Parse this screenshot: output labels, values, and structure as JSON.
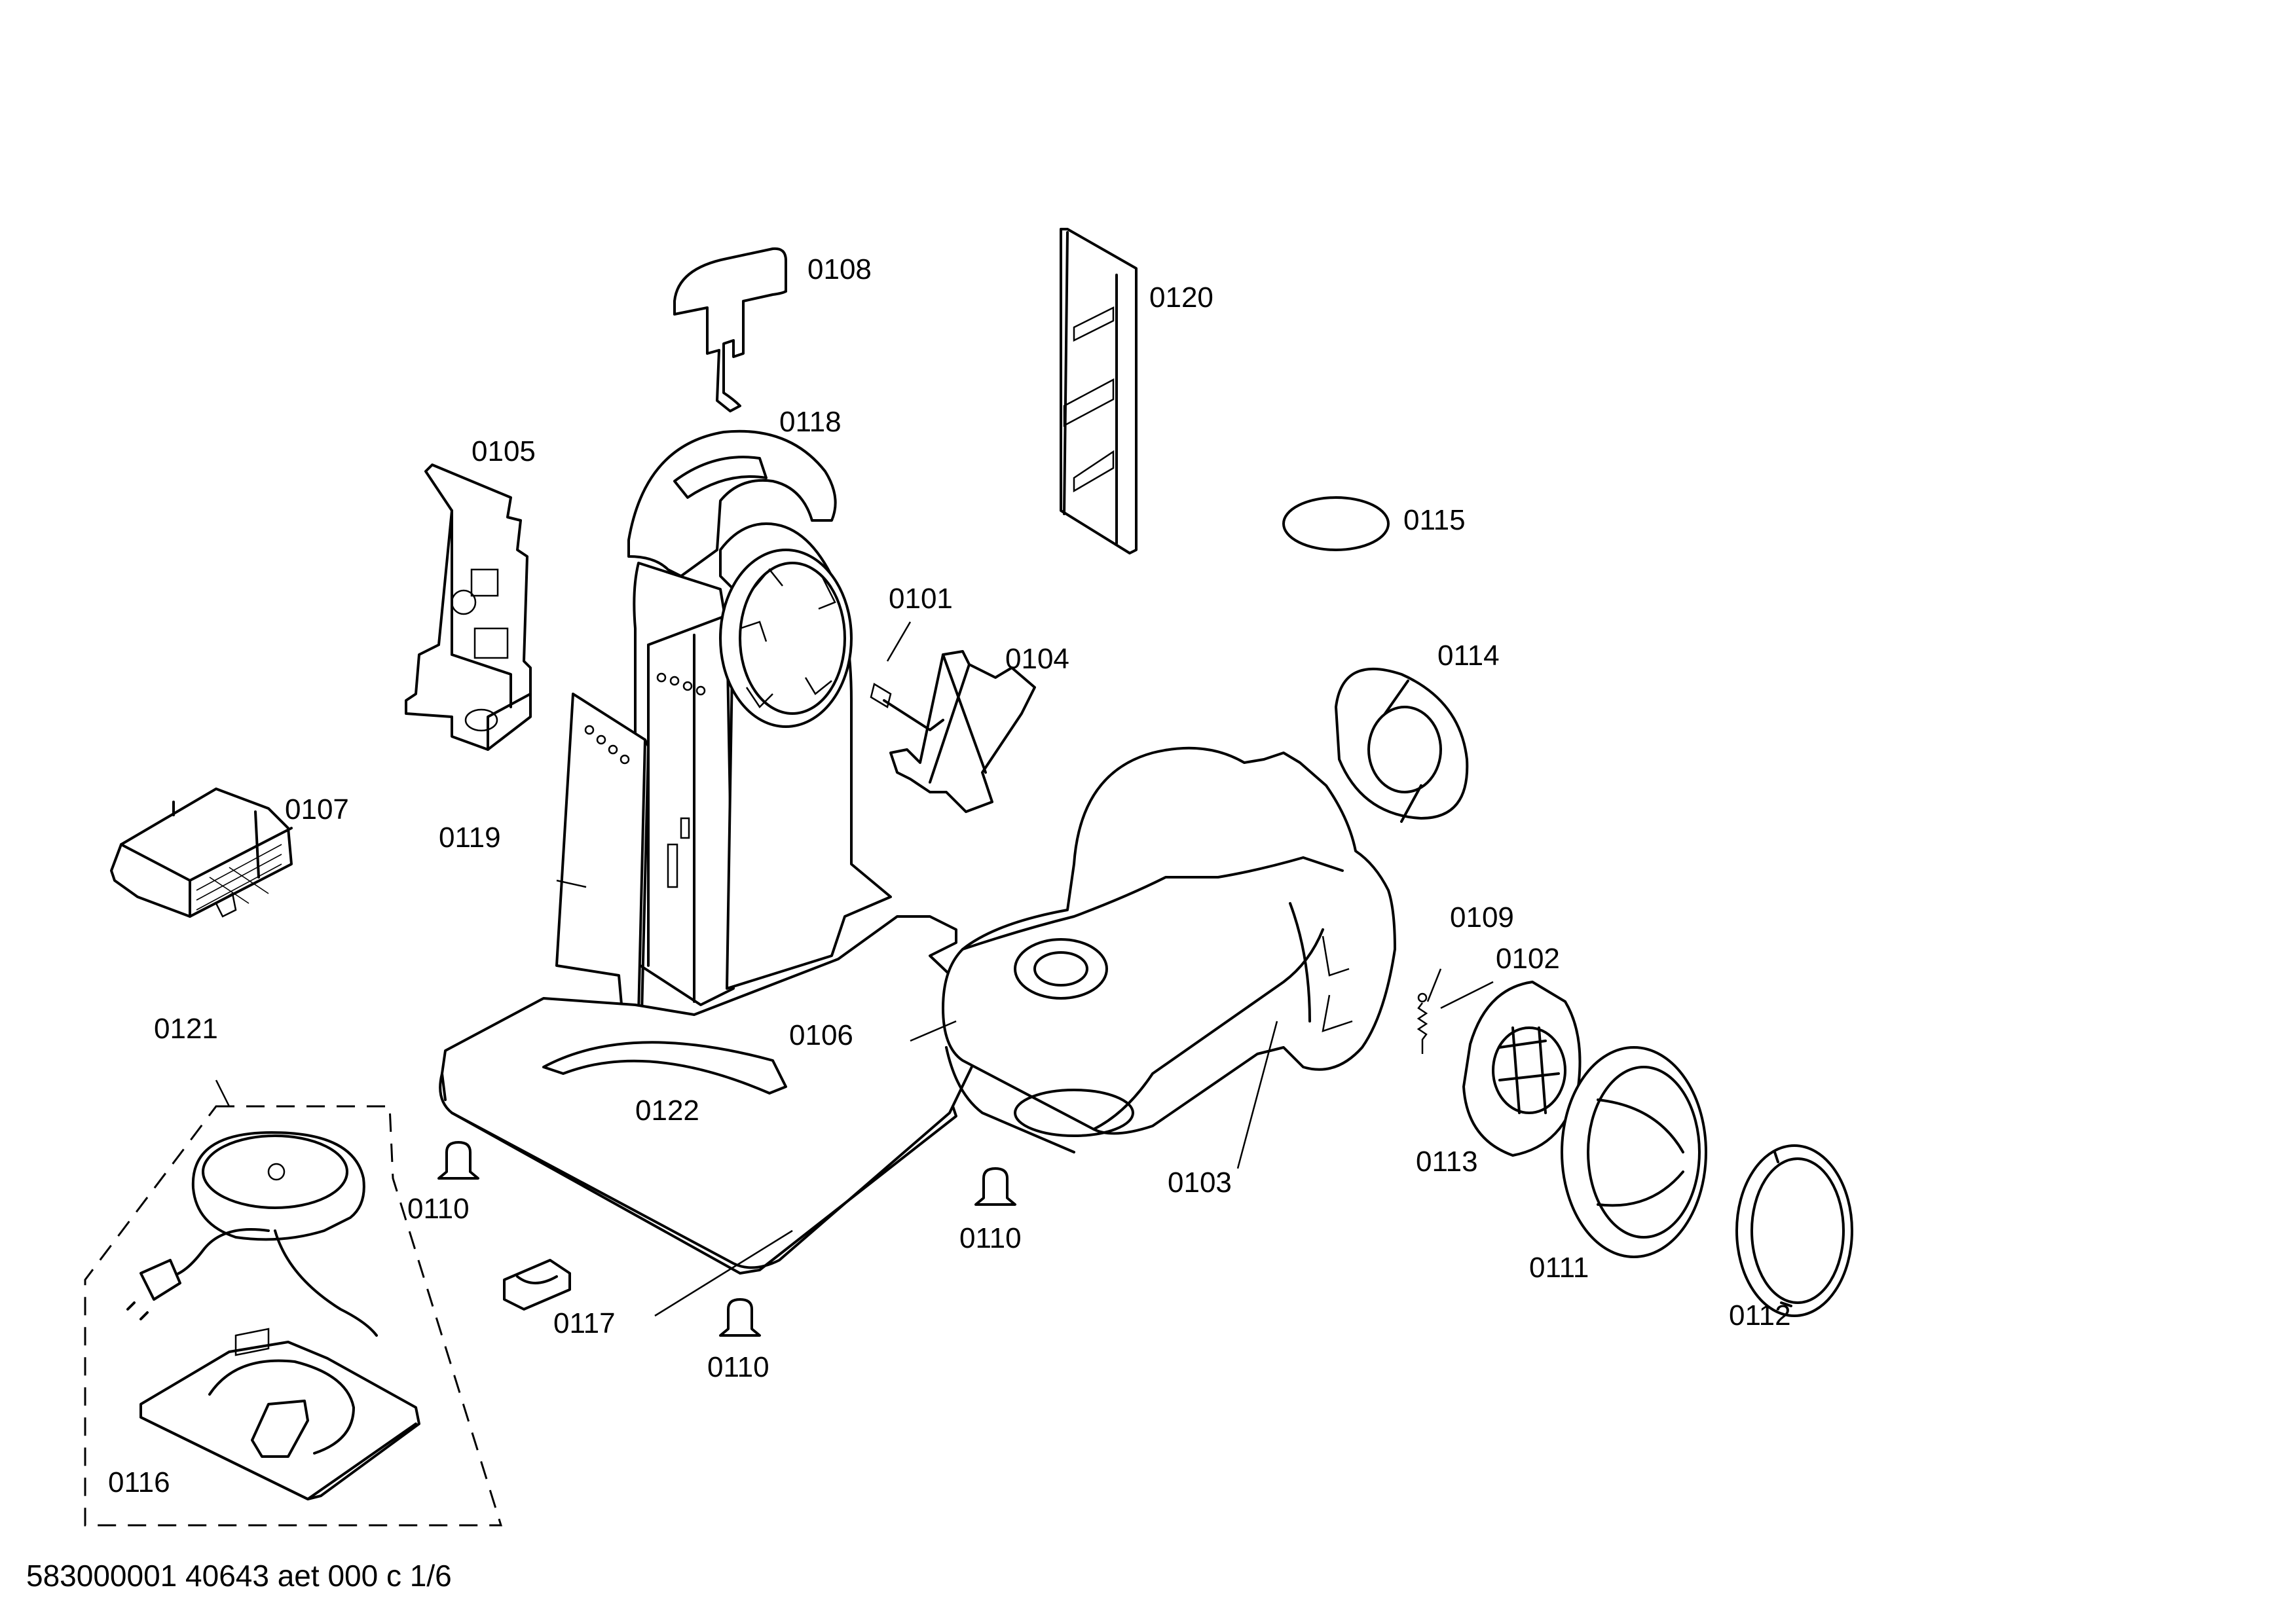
{
  "diagram": {
    "document_reference": "583000001 40643 aet 000 c 1/6",
    "callouts": [
      {
        "id": "0101",
        "text": "0101"
      },
      {
        "id": "0102",
        "text": "0102"
      },
      {
        "id": "0103",
        "text": "0103"
      },
      {
        "id": "0104",
        "text": "0104"
      },
      {
        "id": "0105",
        "text": "0105"
      },
      {
        "id": "0106",
        "text": "0106"
      },
      {
        "id": "0107",
        "text": "0107"
      },
      {
        "id": "0108",
        "text": "0108"
      },
      {
        "id": "0109",
        "text": "0109"
      },
      {
        "id": "0110a",
        "text": "0110"
      },
      {
        "id": "0110b",
        "text": "0110"
      },
      {
        "id": "0110c",
        "text": "0110"
      },
      {
        "id": "0111",
        "text": "0111"
      },
      {
        "id": "0112",
        "text": "0112"
      },
      {
        "id": "0113",
        "text": "0113"
      },
      {
        "id": "0114",
        "text": "0114"
      },
      {
        "id": "0115",
        "text": "0115"
      },
      {
        "id": "0116",
        "text": "0116"
      },
      {
        "id": "0117",
        "text": "0117"
      },
      {
        "id": "0118",
        "text": "0118"
      },
      {
        "id": "0119",
        "text": "0119"
      },
      {
        "id": "0120",
        "text": "0120"
      },
      {
        "id": "0121",
        "text": "0121"
      },
      {
        "id": "0122",
        "text": "0122"
      }
    ]
  }
}
